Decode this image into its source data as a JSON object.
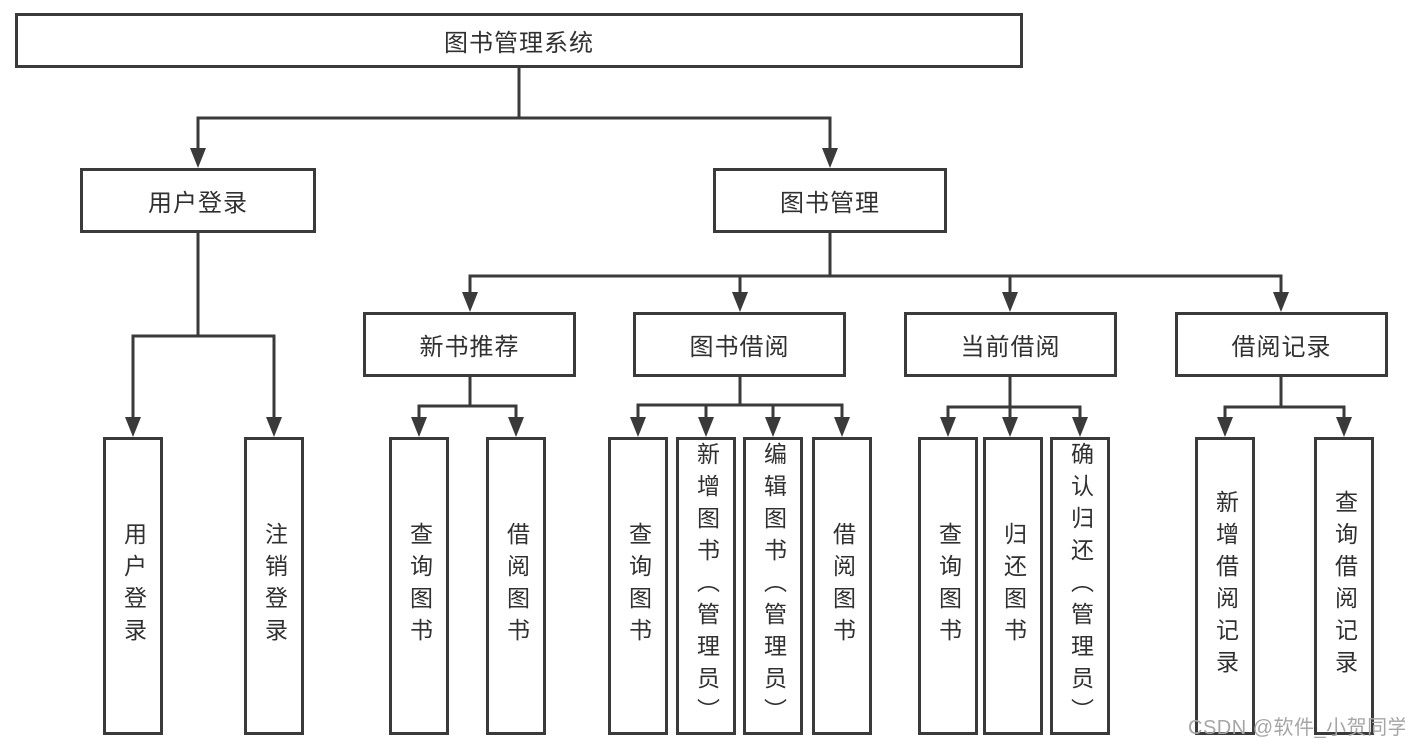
{
  "diagram": {
    "title": "图书管理系统",
    "colors": {
      "line": "#3a3a3a",
      "text": "#303030",
      "watermark": "#a6a6a6",
      "background": "#ffffff"
    },
    "nodes": {
      "root": {
        "label": "图书管理系统"
      },
      "user_login": {
        "label": "用户登录"
      },
      "book_management": {
        "label": "图书管理"
      },
      "new_book_recommend": {
        "label": "新书推荐"
      },
      "book_borrowing": {
        "label": "图书借阅"
      },
      "current_borrowing": {
        "label": "当前借阅"
      },
      "borrowing_records": {
        "label": "借阅记录"
      },
      "login_leaf": {
        "label": "用户登录"
      },
      "logout_leaf": {
        "label": "注销登录"
      },
      "nbr_query_books": {
        "label": "查询图书"
      },
      "nbr_borrow_books": {
        "label": "借阅图书"
      },
      "bb_query_books": {
        "label": "查询图书"
      },
      "bb_add_books": {
        "label": "新增图书（管理员）"
      },
      "bb_edit_books": {
        "label": "编辑图书（管理员）"
      },
      "bb_borrow_books": {
        "label": "借阅图书"
      },
      "cb_query_books": {
        "label": "查询图书"
      },
      "cb_return_books": {
        "label": "归还图书"
      },
      "cb_confirm_return": {
        "label": "确认归还（管理员）"
      },
      "br_add_record": {
        "label": "新增借阅记录"
      },
      "br_query_record": {
        "label": "查询借阅记录"
      }
    },
    "hierarchy": {
      "root": [
        "user_login",
        "book_management"
      ],
      "user_login": [
        "login_leaf",
        "logout_leaf"
      ],
      "book_management": [
        "new_book_recommend",
        "book_borrowing",
        "current_borrowing",
        "borrowing_records"
      ],
      "new_book_recommend": [
        "nbr_query_books",
        "nbr_borrow_books"
      ],
      "book_borrowing": [
        "bb_query_books",
        "bb_add_books",
        "bb_edit_books",
        "bb_borrow_books"
      ],
      "current_borrowing": [
        "cb_query_books",
        "cb_return_books",
        "cb_confirm_return"
      ],
      "borrowing_records": [
        "br_add_record",
        "br_query_record"
      ]
    },
    "watermark": "CSDN @软件_小贺同学"
  }
}
